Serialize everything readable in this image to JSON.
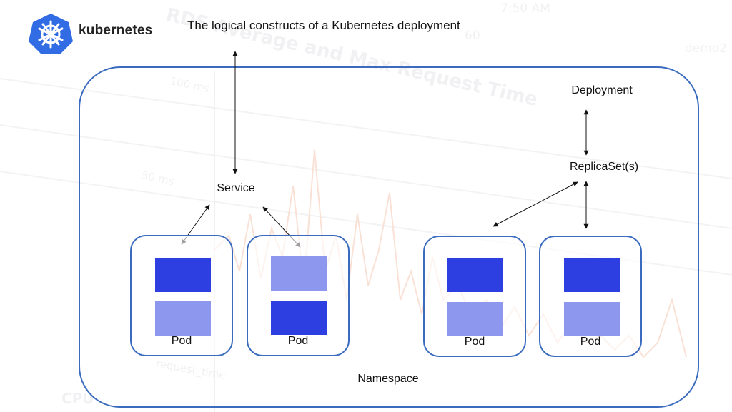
{
  "brand": {
    "name": "kubernetes"
  },
  "title": "The logical constructs of a Kubernetes deployment",
  "background_watermark": {
    "headline": "RDS Average and Max Request Time",
    "y_tick_100": "100 ms",
    "y_tick_50": "50 ms",
    "corner_time": "7:50 AM",
    "corner_right": "demo2",
    "corner_counter": "60",
    "legend_bottom": "request_time",
    "footer": "CPU"
  },
  "diagram": {
    "namespace_label": "Namespace",
    "service_label": "Service",
    "deployment_label": "Deployment",
    "replicaset_label": "ReplicaSet(s)",
    "pods": [
      {
        "label": "Pod",
        "top": "dark",
        "bottom": "light"
      },
      {
        "label": "Pod",
        "top": "light",
        "bottom": "dark"
      },
      {
        "label": "Pod",
        "top": "dark",
        "bottom": "light"
      },
      {
        "label": "Pod",
        "top": "dark",
        "bottom": "light"
      }
    ]
  },
  "colors": {
    "border": "#3a6bbf",
    "container_dark": "#2d3fe0",
    "container_light": "#8e97ee",
    "logo": "#326ce5"
  }
}
